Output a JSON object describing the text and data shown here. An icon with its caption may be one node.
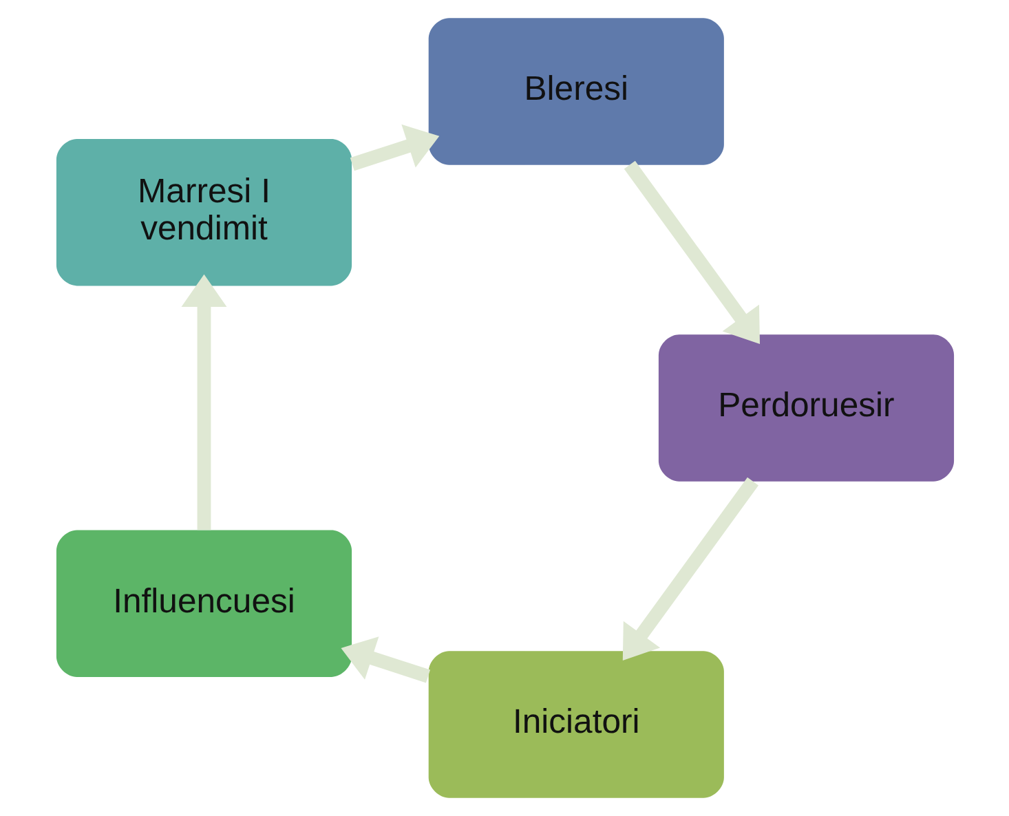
{
  "diagram": {
    "nodes": [
      {
        "text": [
          "Iniciatori"
        ]
      },
      {
        "text": [
          "Influencuesi"
        ]
      },
      {
        "text": [
          "Marresi I vendimit"
        ]
      },
      {
        "text": [
          "Bleresi"
        ]
      },
      {
        "text": [
          "Perdoruesir"
        ]
      }
    ],
    "edges": [
      {
        "from": 0,
        "to": 1,
        "arrow": "to"
      },
      {
        "from": 1,
        "to": 2,
        "arrow": "to"
      },
      {
        "from": 2,
        "to": 3,
        "arrow": "to"
      },
      {
        "from": 3,
        "to": 4,
        "arrow": "to"
      },
      {
        "from": 4,
        "to": 0,
        "arrow": "to"
      }
    ]
  }
}
